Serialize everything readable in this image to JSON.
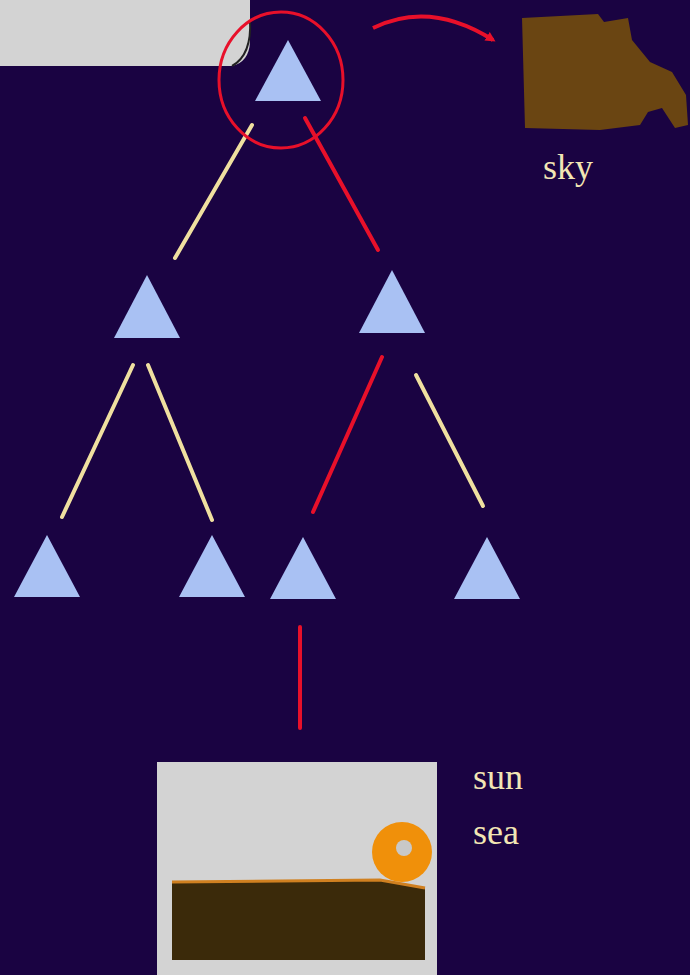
{
  "diagram": {
    "nodes": [
      {
        "text": [
          "sky"
        ]
      },
      {
        "text": [
          "sun",
          "sea"
        ]
      }
    ]
  }
}
